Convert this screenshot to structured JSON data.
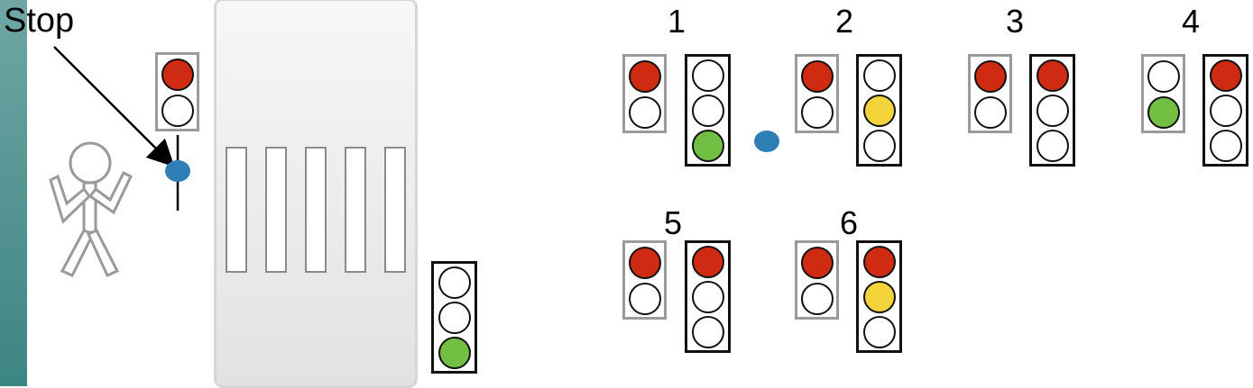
{
  "label_stop": "Stop",
  "step_numbers": [
    "1",
    "2",
    "3",
    "4",
    "5",
    "6"
  ],
  "colors": {
    "red": "#cf2a12",
    "yellow": "#f2d33a",
    "green": "#72bf44",
    "off": "#ffffff",
    "indicator_dot": "#2e7fb6",
    "side_bar": "#3d8584"
  },
  "scene": {
    "pedestrian_signal": [
      "red",
      "off"
    ],
    "vehicle_signal": [
      "off",
      "off",
      "green"
    ],
    "crosswalk_stripes": 5
  },
  "phases": [
    {
      "number": "1",
      "pedestrian": [
        "red",
        "off"
      ],
      "vehicle": [
        "off",
        "off",
        "green"
      ],
      "indicator_after": true
    },
    {
      "number": "2",
      "pedestrian": [
        "red",
        "off"
      ],
      "vehicle": [
        "off",
        "yellow",
        "off"
      ],
      "indicator_after": false
    },
    {
      "number": "3",
      "pedestrian": [
        "red",
        "off"
      ],
      "vehicle": [
        "red",
        "off",
        "off"
      ],
      "indicator_after": false
    },
    {
      "number": "4",
      "pedestrian": [
        "off",
        "green"
      ],
      "vehicle": [
        "red",
        "off",
        "off"
      ],
      "indicator_after": false
    },
    {
      "number": "5",
      "pedestrian": [
        "red",
        "off"
      ],
      "vehicle": [
        "red",
        "off",
        "off"
      ],
      "indicator_after": false
    },
    {
      "number": "6",
      "pedestrian": [
        "red",
        "off"
      ],
      "vehicle": [
        "red",
        "yellow",
        "off"
      ],
      "indicator_after": false
    }
  ]
}
